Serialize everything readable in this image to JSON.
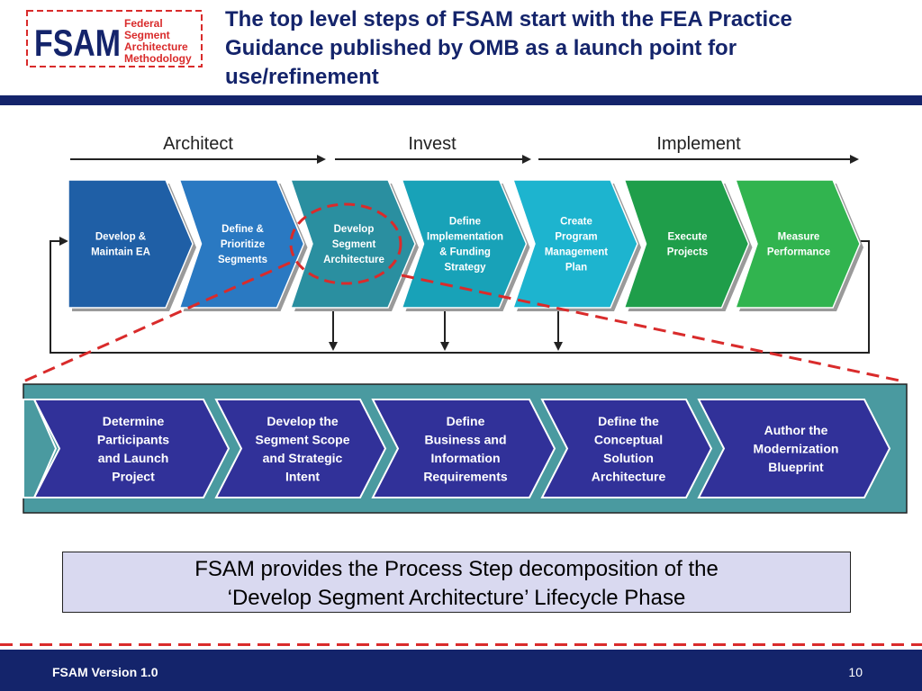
{
  "logo": {
    "mark": "FSAM",
    "tagline_lines": [
      "Federal",
      "Segment",
      "Architecture",
      "Methodology"
    ]
  },
  "slide": {
    "title_lines": [
      "The top level steps of FSAM start with the FEA Practice",
      "Guidance published by OMB as a launch point for",
      "use/refinement"
    ]
  },
  "lifecycle": {
    "phases": [
      "Architect",
      "Invest",
      "Implement"
    ],
    "steps": [
      {
        "lines": [
          "Develop &",
          "Maintain EA"
        ],
        "color": "#1f5fa6"
      },
      {
        "lines": [
          "Define &",
          "Prioritize",
          "Segments"
        ],
        "color": "#2a79c2"
      },
      {
        "lines": [
          "Develop",
          "Segment",
          "Architecture"
        ],
        "color": "#2a8fa0"
      },
      {
        "lines": [
          "Define",
          "Implementation",
          "& Funding",
          "Strategy"
        ],
        "color": "#18a2b8"
      },
      {
        "lines": [
          "Create",
          "Program",
          "Management",
          "Plan"
        ],
        "color": "#1db4cf"
      },
      {
        "lines": [
          "Execute",
          "Projects"
        ],
        "color": "#1f9e4a"
      },
      {
        "lines": [
          "Measure",
          "Performance"
        ],
        "color": "#31b44f"
      }
    ],
    "highlighted_step": "Develop Segment Architecture"
  },
  "decomposition": {
    "steps": [
      {
        "lines": [
          "Determine",
          "Participants",
          "and Launch",
          "Project"
        ]
      },
      {
        "lines": [
          "Develop the",
          "Segment Scope",
          "and Strategic",
          "Intent"
        ]
      },
      {
        "lines": [
          "Define",
          "Business and",
          "Information",
          "Requirements"
        ]
      },
      {
        "lines": [
          "Define the",
          "Conceptual",
          "Solution",
          "Architecture"
        ]
      },
      {
        "lines": [
          "Author the",
          "Modernization",
          "Blueprint"
        ]
      }
    ]
  },
  "summary": {
    "lines": [
      "FSAM provides the Process Step decomposition of the",
      "‘Develop Segment Architecture’ Lifecycle Phase"
    ]
  },
  "footer": {
    "version": "FSAM Version 1.0",
    "page_number": "10"
  },
  "colors": {
    "navy": "#14246b",
    "accent_red": "#d92b2b",
    "teal_band": "#4a9aa0",
    "sub_step_fill": "#313199",
    "summary_fill": "#d9d9f0"
  }
}
